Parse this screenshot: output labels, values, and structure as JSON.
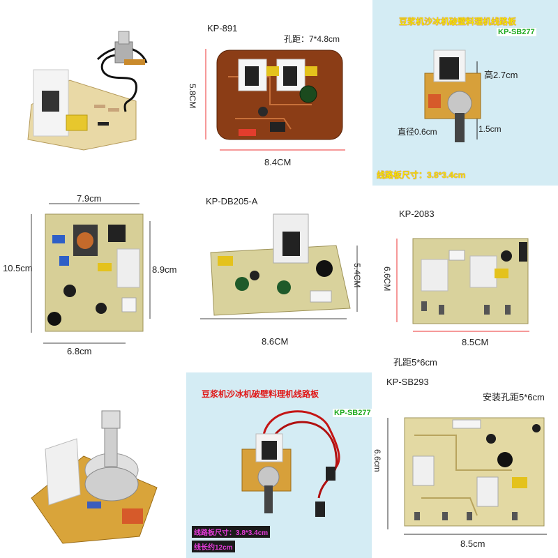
{
  "panel1": {
    "photo": "potentiometer-board-photo"
  },
  "panel2": {
    "model": "KP-891",
    "hole_spacing": "孔距：7*4.8cm",
    "height": "5.8CM",
    "width": "8.4CM"
  },
  "panel3": {
    "banner": "豆浆机沙冰机破壁料理机线路板",
    "model": "KP-SB277",
    "height": "高2.7cm",
    "diameter": "直径0.6cm",
    "shaft": "1.5cm",
    "size": "线路板尺寸：3.8*3.4cm"
  },
  "panel4": {
    "top_width": "7.9cm",
    "left_height": "10.5cm",
    "right_height": "8.9cm",
    "bottom_width": "6.8cm"
  },
  "panel5": {
    "model": "KP-DB205-A",
    "height": "5.4CM",
    "width": "8.6CM"
  },
  "panel6": {
    "model": "KP-2083",
    "height": "6.6CM",
    "width": "8.5CM",
    "hole_spacing": "孔距5*6cm"
  },
  "panel7": {
    "photo": "potentiometer-closeup-photo"
  },
  "panel8": {
    "banner": "豆浆机沙冰机破壁料理机线路板",
    "model": "KP-SB277",
    "size": "线路板尺寸：3.8*3.4cm",
    "wire": "线长约12cm"
  },
  "panel9": {
    "model": "KP-SB293",
    "hole_spacing": "安装孔距5*6cm",
    "height": "6.6cm",
    "width": "8.5cm"
  }
}
